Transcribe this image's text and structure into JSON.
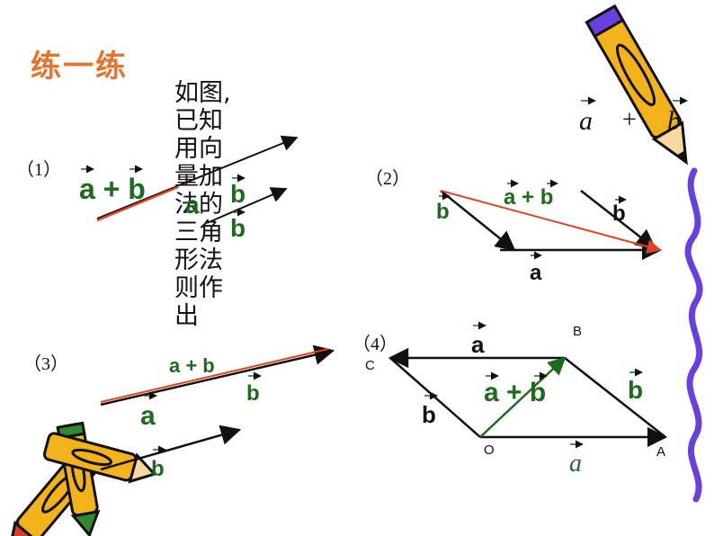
{
  "title": "练一练",
  "instruction": "如图,已知用向量加法的三角形法则作出",
  "corner_expression": {
    "a": "a",
    "plus": "+",
    "b": "b"
  },
  "problems": {
    "p1": {
      "label": "（1）",
      "sum": "a + b",
      "a": "a",
      "b": "b",
      "b2": "b"
    },
    "p2": {
      "label": "（2）",
      "sum": "a + b",
      "b_left": "b",
      "b_right": "b",
      "a": "a"
    },
    "p3": {
      "label": "（3）",
      "sum": "a + b",
      "b_top": "b",
      "a": "a",
      "b": "b"
    },
    "p4": {
      "label": "（4）",
      "a_top": "a",
      "b_left": "b",
      "sum": "a + b",
      "b_right": "b",
      "a_bottom": "a",
      "points": {
        "B": "B",
        "C": "C",
        "O": "O",
        "A": "A"
      }
    }
  },
  "colors": {
    "title": "#e8732a",
    "vector_green": "#1d6b1d",
    "sum_red": "#e0421e",
    "arrow": "#111111",
    "wave": "#6a3fe0",
    "pencil_body": "#f2b21a"
  },
  "icons": [
    "pencil-icon",
    "crayons-icon",
    "wave-border-icon"
  ]
}
